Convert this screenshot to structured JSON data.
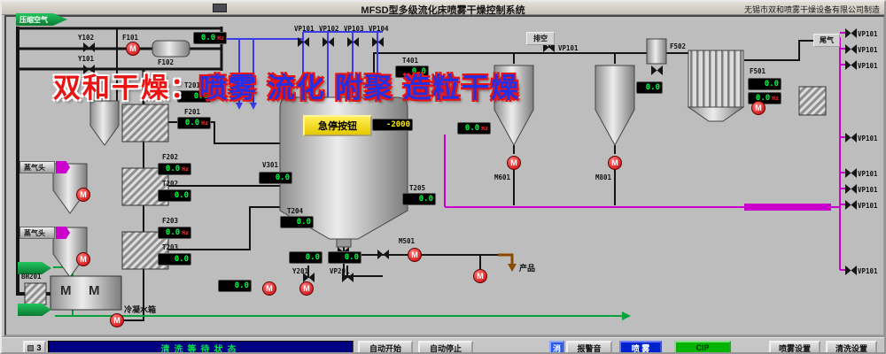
{
  "title_bar": {
    "title": "MFSD型多级流化床喷雾干燥控制系统",
    "manufacturer": "无锡市双和喷雾干燥设备有限公司制造"
  },
  "watermark": {
    "brand": "双和干燥：",
    "slogan": "喷雾 流化 附聚 造粒干燥"
  },
  "streams": {
    "compressed_air": "压缩空气",
    "steam_head": "蒸气头",
    "vent": "排空",
    "tail_gas": "尾气",
    "product": "产品",
    "condensate_tank": "冷凝水箱"
  },
  "estop_label": "急停按钮",
  "values": {
    "zero": "0.0",
    "chamber": "-2000",
    "hz": "Hz",
    "pump_m": "M"
  },
  "tags": {
    "y101": "Y101",
    "y102": "Y102",
    "y201": "Y201",
    "f101": "F101",
    "f102": "F102",
    "f201": "F201",
    "f202": "F202",
    "f203": "F203",
    "f501": "F501",
    "f502": "F502",
    "t201": "T201",
    "t202": "T202",
    "t203": "T203",
    "t204": "T204",
    "t205": "T205",
    "t401": "T401",
    "v301": "V301",
    "vp101": "VP101",
    "vp102": "VP102",
    "vp103": "VP103",
    "vp104": "VP104",
    "vp201": "VP201",
    "m501": "M501",
    "m601": "M601",
    "m801": "M801",
    "bh201": "BH201"
  },
  "status_bar": {
    "page": "3",
    "status": "清洗等待状态"
  },
  "buttons": {
    "auto_start": "自动开始",
    "auto_stop": "自动停止",
    "mute_icon": "消",
    "mute": "报警音",
    "spray": "喷 雾",
    "cip": "CIP",
    "spray_settings": "喷雾设置",
    "clean_settings": "清洗设置"
  }
}
